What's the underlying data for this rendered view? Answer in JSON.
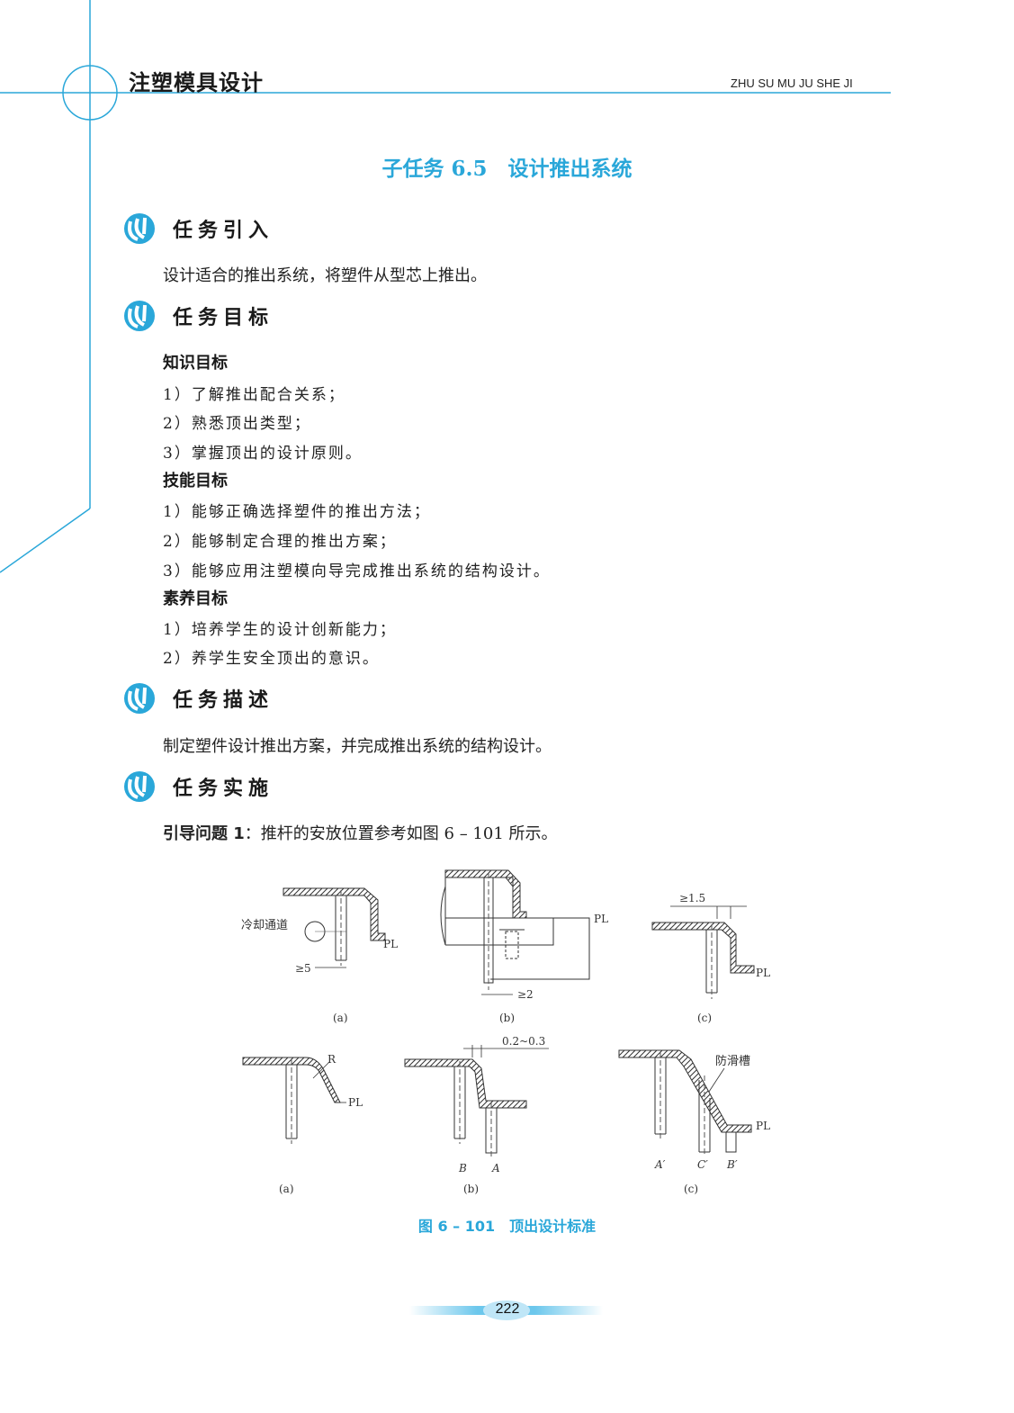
{
  "header": {
    "book_title": "注塑模具设计",
    "pinyin": "ZHU SU MU JU SHE JI"
  },
  "subtask_title": "子任务 6.5　设计推出系统",
  "sections": {
    "intro": {
      "title": "任务引入",
      "text": "设计适合的推出系统，将塑件从型芯上推出。"
    },
    "goals": {
      "title": "任务目标",
      "knowledge": {
        "title": "知识目标",
        "items": [
          "1）了解推出配合关系；",
          "2）熟悉顶出类型；",
          "3）掌握顶出的设计原则。"
        ]
      },
      "skill": {
        "title": "技能目标",
        "items": [
          "1）能够正确选择塑件的推出方法；",
          "2）能够制定合理的推出方案；",
          "3）能够应用注塑模向导完成推出系统的结构设计。"
        ]
      },
      "literacy": {
        "title": "素养目标",
        "items": [
          "1）培养学生的设计创新能力；",
          "2）养学生安全顶出的意识。"
        ]
      }
    },
    "description": {
      "title": "任务描述",
      "text": "制定塑件设计推出方案，并完成推出系统的结构设计。"
    },
    "implementation": {
      "title": "任务实施",
      "guide_label": "引导问题 1",
      "guide_text": "：推杆的安放位置参考如图 6 – 101 所示。"
    }
  },
  "figure": {
    "labels": {
      "cooling": "冷却通道",
      "pl": "PL",
      "ge5": "≥5",
      "ge2": "≥2",
      "ge15": "≥1.5",
      "gap": "0.2~0.3",
      "r": "R",
      "antislip": "防滑槽",
      "a": "(a)",
      "b": "(b)",
      "c": "(c)",
      "B": "B",
      "A": "A",
      "A2": "A′",
      "C2": "C′",
      "B2": "B′"
    },
    "caption": "图 6 – 101　顶出设计标准"
  },
  "page_number": "222",
  "colors": {
    "accent": "#2aa7d9",
    "frame": "#2aa7d9"
  }
}
